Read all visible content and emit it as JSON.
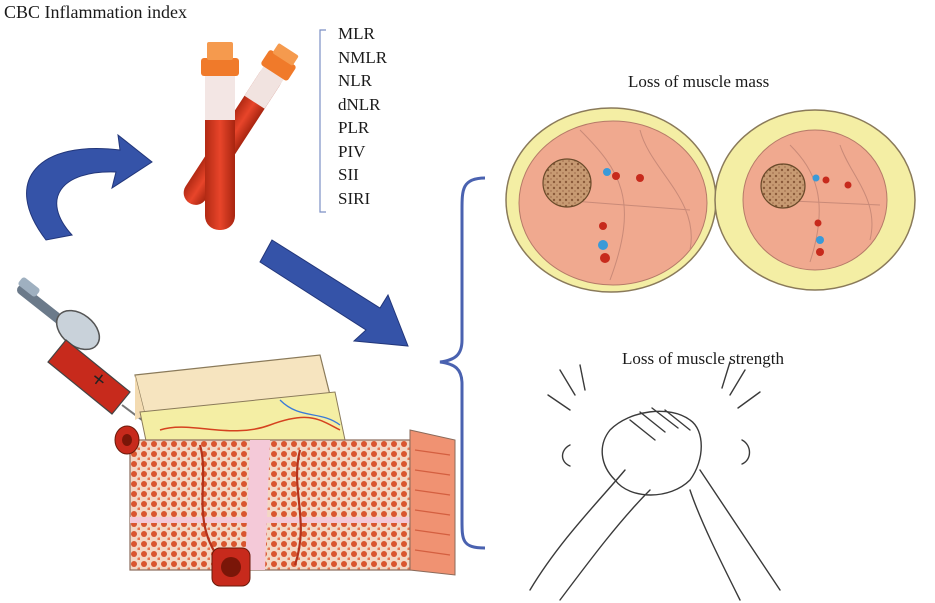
{
  "title": "CBC Inflammation index",
  "indices": [
    "MLR",
    "NMLR",
    "NLR",
    "dNLR",
    "PLR",
    "PIV",
    "SII",
    "SIRI"
  ],
  "outcomes": {
    "muscle_mass": "Loss of muscle mass",
    "muscle_strength": "Loss of muscle strength"
  },
  "colors": {
    "arrow": "#3553a8",
    "brace": "#4a62b0",
    "blood": "#d63a1f",
    "cap": "#f07a2a",
    "fat": "#f4eea4",
    "muscle": "#f0a98f"
  }
}
